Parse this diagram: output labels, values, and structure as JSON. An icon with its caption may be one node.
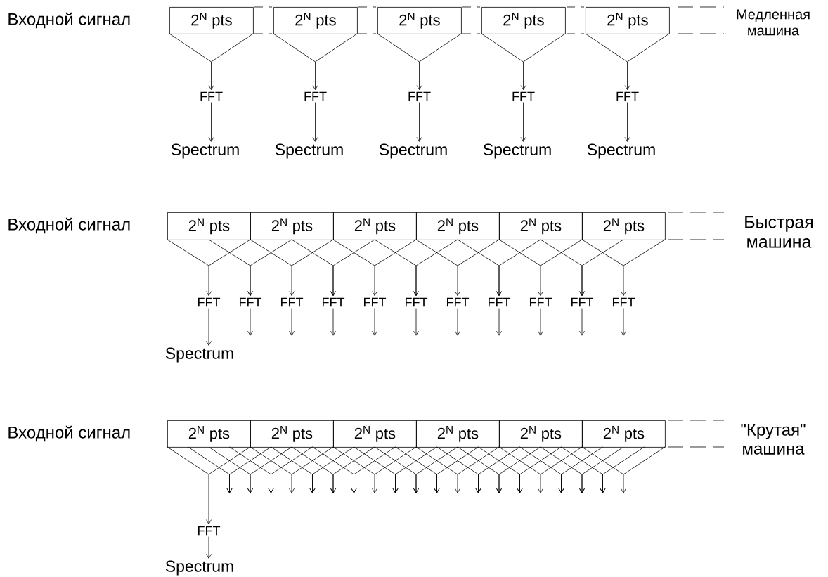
{
  "diagram": {
    "nodes": [
      {
        "text": [
          "2$^{N}$ pts"
        ]
      },
      {
        "text": [
          "2$^{N}$ pts"
        ]
      },
      {
        "text": [
          "2$^{N}$ pts"
        ]
      },
      {
        "text": [
          "2$^{N}$ pts"
        ]
      },
      {
        "text": [
          "2$^{N}$ pts"
        ]
      },
      {
        "text": [
          "FFT"
        ]
      },
      {
        "text": [
          "FFT"
        ]
      },
      {
        "text": [
          "FFT"
        ]
      },
      {
        "text": [
          "FFT"
        ]
      },
      {
        "text": [
          "FFT"
        ]
      },
      {
        "text": [
          "Spectrum"
        ]
      },
      {
        "text": [
          "Spectrum"
        ]
      },
      {
        "text": [
          "Spectrum"
        ]
      },
      {
        "text": [
          "Spectrum"
        ]
      },
      {
        "text": [
          "Spectrum"
        ]
      },
      {
        "text": [
          "2$^{N}$ pts"
        ]
      },
      {
        "text": [
          "2$^{N}$ pts"
        ]
      },
      {
        "text": [
          "2$^{N}$ pts"
        ]
      },
      {
        "text": [
          "2$^{N}$ pts"
        ]
      },
      {
        "text": [
          "2$^{N}$ pts"
        ]
      },
      {
        "text": [
          "2$^{N}$ pts"
        ]
      },
      {
        "text": [
          "FFT"
        ]
      },
      {
        "text": [
          "FFT"
        ]
      },
      {
        "text": [
          "FFT"
        ]
      },
      {
        "text": [
          "FFT"
        ]
      },
      {
        "text": [
          "FFT"
        ]
      },
      {
        "text": [
          "FFT"
        ]
      },
      {
        "text": [
          "FFT"
        ]
      },
      {
        "text": [
          "FFT"
        ]
      },
      {
        "text": [
          "FFT"
        ]
      },
      {
        "text": [
          "FFT"
        ]
      },
      {
        "text": [
          "FFT"
        ]
      },
      {
        "text": [
          "Spectrum"
        ]
      },
      {
        "text": [
          "2$^{N}$ pts"
        ]
      },
      {
        "text": [
          "2$^{N}$ pts"
        ]
      },
      {
        "text": [
          "2$^{N}$ pts"
        ]
      },
      {
        "text": [
          "2$^{N}$ pts"
        ]
      },
      {
        "text": [
          "2$^{N}$ pts"
        ]
      },
      {
        "text": [
          "2$^{N}$ pts"
        ]
      },
      {
        "text": [
          "FFT"
        ]
      },
      {
        "text": [
          "Spectrum"
        ]
      }
    ],
    "edges": [
      {
        "from": 0,
        "to": 5,
        "arrow": "to"
      },
      {
        "from": 1,
        "to": 6,
        "arrow": "to"
      },
      {
        "from": 2,
        "to": 7,
        "arrow": "to"
      },
      {
        "from": 3,
        "to": 8,
        "arrow": "to"
      },
      {
        "from": 4,
        "to": 9,
        "arrow": "to"
      },
      {
        "from": 5,
        "to": 10,
        "arrow": "to"
      },
      {
        "from": 6,
        "to": 11,
        "arrow": "to"
      },
      {
        "from": 7,
        "to": 12,
        "arrow": "to"
      },
      {
        "from": 8,
        "to": 13,
        "arrow": "to"
      },
      {
        "from": 9,
        "to": 14,
        "arrow": "to"
      },
      {
        "from": 15,
        "to": 21,
        "arrow": "to"
      },
      {
        "from": 15,
        "to": 22,
        "arrow": "to"
      },
      {
        "from": 16,
        "to": 22,
        "arrow": "to"
      },
      {
        "from": 16,
        "to": 23,
        "arrow": "to"
      },
      {
        "from": 16,
        "to": 24,
        "arrow": "to"
      },
      {
        "from": 17,
        "to": 24,
        "arrow": "to"
      },
      {
        "from": 17,
        "to": 25,
        "arrow": "to"
      },
      {
        "from": 17,
        "to": 26,
        "arrow": "to"
      },
      {
        "from": 18,
        "to": 26,
        "arrow": "to"
      },
      {
        "from": 18,
        "to": 27,
        "arrow": "to"
      },
      {
        "from": 18,
        "to": 28,
        "arrow": "to"
      },
      {
        "from": 19,
        "to": 28,
        "arrow": "to"
      },
      {
        "from": 19,
        "to": 29,
        "arrow": "to"
      },
      {
        "from": 19,
        "to": 30,
        "arrow": "to"
      },
      {
        "from": 20,
        "to": 30,
        "arrow": "to"
      },
      {
        "from": 20,
        "to": 31,
        "arrow": "to"
      },
      {
        "from": 21,
        "to": 32,
        "arrow": "to"
      },
      {
        "from": 22,
        "to": null,
        "arrow": "to"
      },
      {
        "from": 23,
        "to": null,
        "arrow": "to"
      },
      {
        "from": 24,
        "to": null,
        "arrow": "to"
      },
      {
        "from": 25,
        "to": null,
        "arrow": "to"
      },
      {
        "from": 26,
        "to": null,
        "arrow": "to"
      },
      {
        "from": 27,
        "to": null,
        "arrow": "to"
      },
      {
        "from": 28,
        "to": null,
        "arrow": "to"
      },
      {
        "from": 29,
        "to": null,
        "arrow": "to"
      },
      {
        "from": 30,
        "to": null,
        "arrow": "to"
      },
      {
        "from": 31,
        "to": null,
        "arrow": "to"
      },
      {
        "from": 33,
        "to": 39,
        "arrow": "to"
      },
      {
        "from": 33,
        "to": null,
        "arrow": "to"
      },
      {
        "from": 34,
        "to": null,
        "arrow": "to"
      },
      {
        "from": 33,
        "to": null,
        "arrow": "to"
      },
      {
        "from": 34,
        "to": null,
        "arrow": "to"
      },
      {
        "from": 33,
        "to": null,
        "arrow": "to"
      },
      {
        "from": 34,
        "to": null,
        "arrow": "to"
      },
      {
        "from": 34,
        "to": null,
        "arrow": "to"
      },
      {
        "from": 34,
        "to": null,
        "arrow": "to"
      },
      {
        "from": 35,
        "to": null,
        "arrow": "to"
      },
      {
        "from": 34,
        "to": null,
        "arrow": "to"
      },
      {
        "from": 35,
        "to": null,
        "arrow": "to"
      },
      {
        "from": 34,
        "to": null,
        "arrow": "to"
      },
      {
        "from": 35,
        "to": null,
        "arrow": "to"
      },
      {
        "from": 35,
        "to": null,
        "arrow": "to"
      },
      {
        "from": 35,
        "to": null,
        "arrow": "to"
      },
      {
        "from": 36,
        "to": null,
        "arrow": "to"
      },
      {
        "from": 35,
        "to": null,
        "arrow": "to"
      },
      {
        "from": 36,
        "to": null,
        "arrow": "to"
      },
      {
        "from": 35,
        "to": null,
        "arrow": "to"
      },
      {
        "from": 36,
        "to": null,
        "arrow": "to"
      },
      {
        "from": 36,
        "to": null,
        "arrow": "to"
      },
      {
        "from": 36,
        "to": null,
        "arrow": "to"
      },
      {
        "from": 37,
        "to": null,
        "arrow": "to"
      },
      {
        "from": 36,
        "to": null,
        "arrow": "to"
      },
      {
        "from": 37,
        "to": null,
        "arrow": "to"
      },
      {
        "from": 36,
        "to": null,
        "arrow": "to"
      },
      {
        "from": 37,
        "to": null,
        "arrow": "to"
      },
      {
        "from": 37,
        "to": null,
        "arrow": "to"
      },
      {
        "from": 37,
        "to": null,
        "arrow": "to"
      },
      {
        "from": 38,
        "to": null,
        "arrow": "to"
      },
      {
        "from": 37,
        "to": null,
        "arrow": "to"
      },
      {
        "from": 38,
        "to": null,
        "arrow": "to"
      },
      {
        "from": 37,
        "to": null,
        "arrow": "to"
      },
      {
        "from": 38,
        "to": null,
        "arrow": "to"
      },
      {
        "from": 38,
        "to": null,
        "arrow": "to"
      },
      {
        "from": 39,
        "to": 40,
        "arrow": "to"
      }
    ],
    "labels": [
      "Входной сигнал",
      "Медленная машина",
      "Входной сигнал",
      "Быстрая машина",
      "Входной сигнал",
      "\"Крутая\" машина"
    ]
  }
}
